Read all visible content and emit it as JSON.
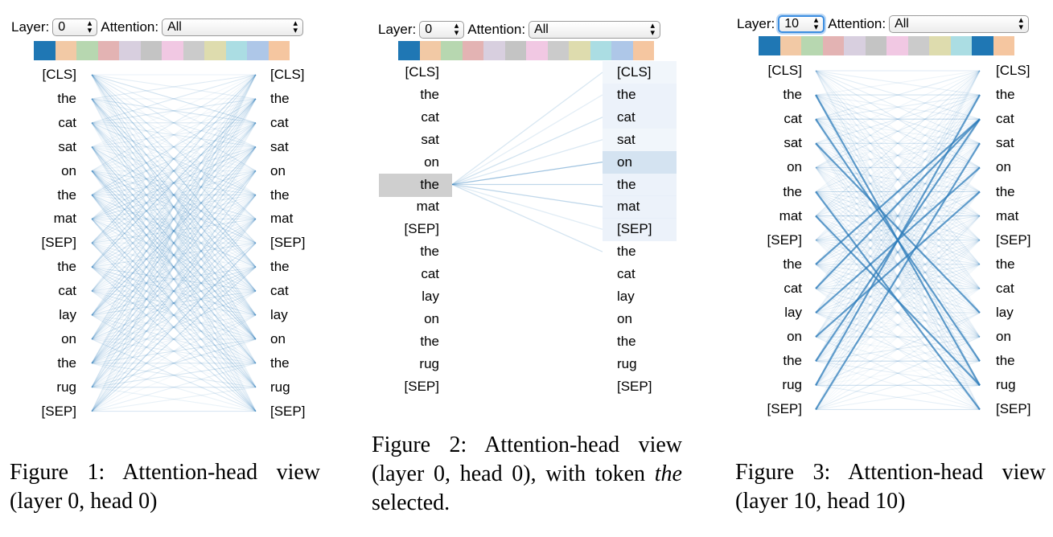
{
  "swatch_colors": [
    "#1f77b4",
    "#f2c9a5",
    "#b7d7b0",
    "#e3b3b3",
    "#d8cfdf",
    "#c4c4c4",
    "#f1c8e3",
    "#cbcbcb",
    "#dedcae",
    "#abdde3",
    "#aec7e8",
    "#f5c6a0"
  ],
  "line_color": "#2b7bba",
  "select_bg": "#ececec",
  "highlight_left": "#cfcfcf",
  "highlight_right": "#e5eef8",
  "tokens": [
    "[CLS]",
    "the",
    "cat",
    "sat",
    "on",
    "the",
    "mat",
    "[SEP]",
    "the",
    "cat",
    "lay",
    "on",
    "the",
    "rug",
    "[SEP]"
  ],
  "controls": {
    "layer_label": "Layer:",
    "attention_label": "Attention:",
    "attention_value": "All"
  },
  "figures": [
    {
      "layer_value": "0",
      "active_swatch": 0,
      "caption": {
        "lead": "Figure 1: Attention-head view (layer 0, head 0)",
        "italic": "",
        "tail": ""
      }
    },
    {
      "layer_value": "0",
      "active_swatch": 0,
      "selected_token": "the",
      "caption": {
        "lead": "Figure 2: Attention-head view (layer 0, head 0), with token ",
        "italic": "the",
        "tail": " selected."
      }
    },
    {
      "layer_value": "10",
      "active_swatch": 10,
      "caption": {
        "lead": "Figure 3: Attention-head view (layer 10, head 10)",
        "italic": "",
        "tail": ""
      }
    }
  ]
}
